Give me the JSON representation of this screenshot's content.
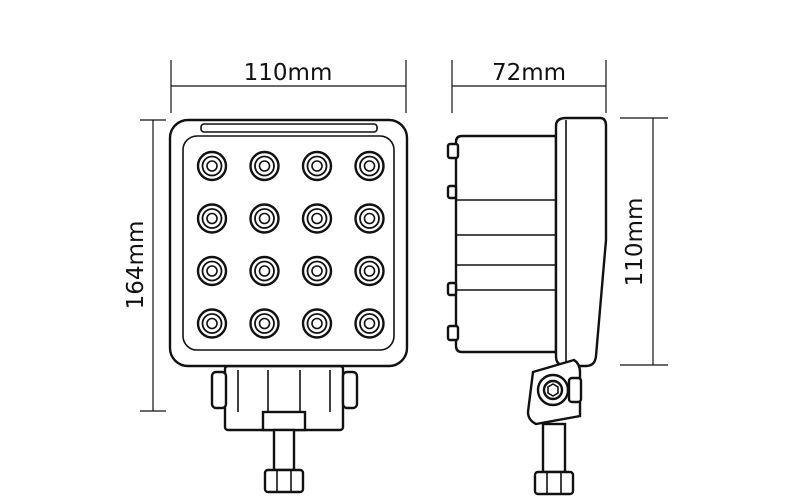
{
  "dimensions": {
    "front_width": "110mm",
    "front_height": "164mm",
    "side_depth": "72mm",
    "side_height": "110mm"
  },
  "front_view": {
    "led_rows": 4,
    "led_columns": 4
  },
  "colors": {
    "line": "#111111",
    "background": "#ffffff"
  }
}
